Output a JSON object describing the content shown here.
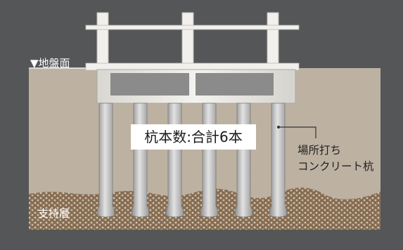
{
  "labels": {
    "ground_level": "▼地盤面",
    "pile_count": "杭本数:合計6本",
    "pile_type_line1": "場所打ち",
    "pile_type_line2": "コンクリート杭",
    "bearing_layer": "支持層"
  },
  "pile_count": 6,
  "colors": {
    "background": "#555657",
    "soil": "#bdb1a2",
    "bearing_layer": "#8a7056",
    "structure": "#eceae6",
    "footing_inset": "#8b8b8b",
    "pile": "#c4c4c4",
    "label_box": "#ffffff",
    "leader_line": "#333333"
  }
}
